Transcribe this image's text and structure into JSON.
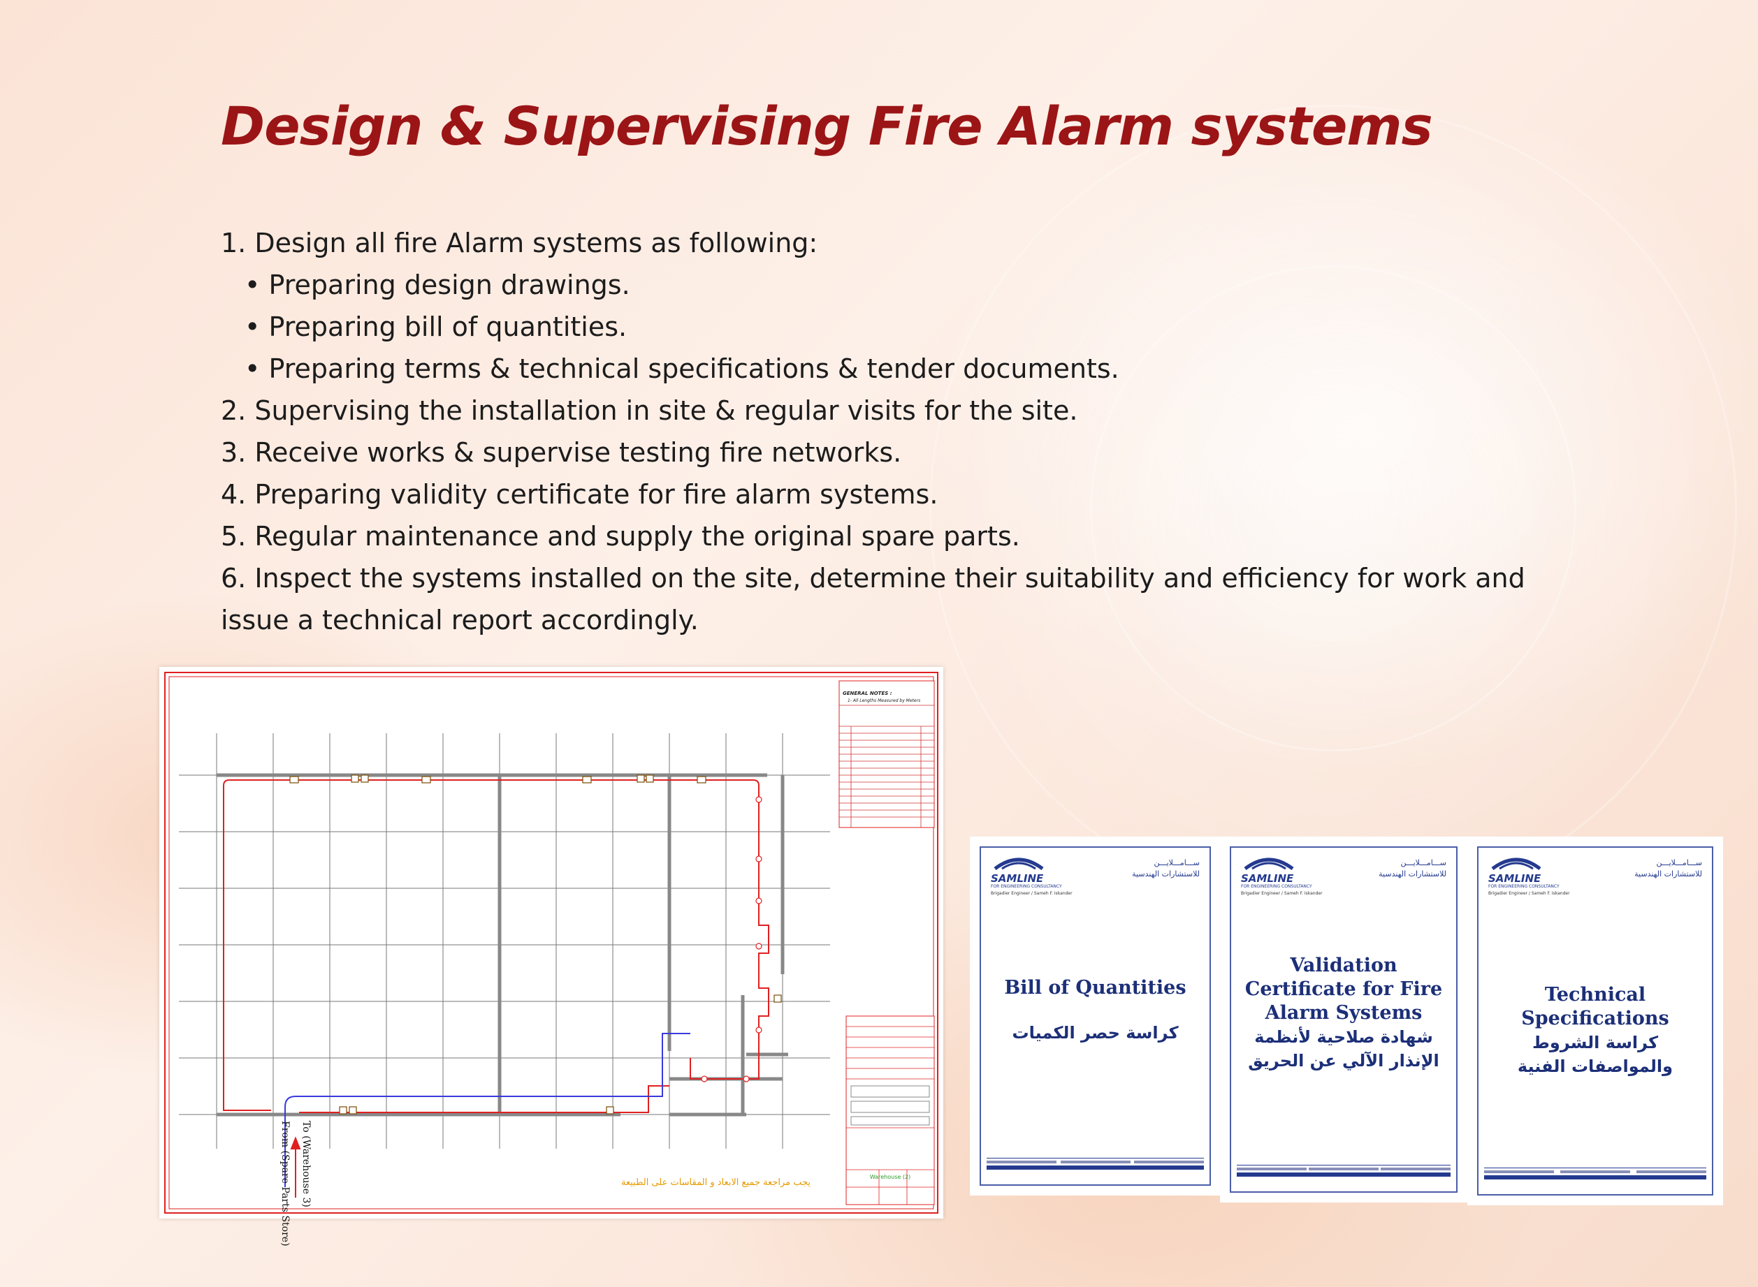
{
  "title": "Design & Supervising Fire Alarm systems",
  "items": [
    {
      "text": "1. Design all fire Alarm systems as following:",
      "level": 0
    },
    {
      "text": "• Preparing design drawings.",
      "level": 1
    },
    {
      "text": "• Preparing bill of quantities.",
      "level": 1
    },
    {
      "text": "• Preparing terms & technical specifications & tender documents.",
      "level": 1
    },
    {
      "text": "2. Supervising the installation in site & regular visits for the site.",
      "level": 0
    },
    {
      "text": "3. Receive works & supervise testing fire networks.",
      "level": 0
    },
    {
      "text": "4. Preparing validity certificate for fire alarm systems.",
      "level": 0
    },
    {
      "text": "5. Regular maintenance and supply the original spare parts.",
      "level": 0
    },
    {
      "text": "6. Inspect the systems installed on the site, determine their suitability and efficiency for work and issue a technical report accordingly.",
      "level": 0
    }
  ],
  "drawing": {
    "general_notes": "GENERAL NOTES :",
    "note_line": "1- All Lengths Measured by Meters",
    "label_from": "From (Spare Parts Store)",
    "label_to": "To (Warehouse 3)",
    "note_ar": "يجب مراجعة جميع الابعاد و المقاسات على الطبيعة",
    "title_block": "Warehouse (2)"
  },
  "docs": [
    {
      "brand": "SAMLINE",
      "brand_sub": "FOR ENGINEERING CONSULTANCY",
      "brand_ar_1": "ســـامـــلايـــن",
      "brand_ar_2": "للاستشارات الهندسية",
      "byline": "Brigadier Engineer / Sameh F. Iskander",
      "title_en": "Bill of Quantities",
      "title_ar": "كراسة حصر الكميات"
    },
    {
      "brand": "SAMLINE",
      "brand_sub": "FOR ENGINEERING CONSULTANCY",
      "brand_ar_1": "ســـامـــلايـــن",
      "brand_ar_2": "للاستشارات الهندسية",
      "byline": "Brigadier Engineer / Sameh F. Iskander",
      "title_en": "Validation Certificate for Fire Alarm Systems",
      "title_ar": "شهادة صلاحية لأنظمة الإنذار الآلي عن الحريق"
    },
    {
      "brand": "SAMLINE",
      "brand_sub": "FOR ENGINEERING CONSULTANCY",
      "brand_ar_1": "ســـامـــلايـــن",
      "brand_ar_2": "للاستشارات الهندسية",
      "byline": "Brigadier Engineer / Sameh F. Iskander",
      "title_en": "Technical Specifications",
      "title_ar": "كراسة الشروط والمواصفات الفنية"
    }
  ],
  "colors": {
    "title": "#9b1516",
    "doc_blue": "#1c2f78",
    "drawing_red": "#e02020",
    "drawing_blue": "#3a3adf"
  }
}
